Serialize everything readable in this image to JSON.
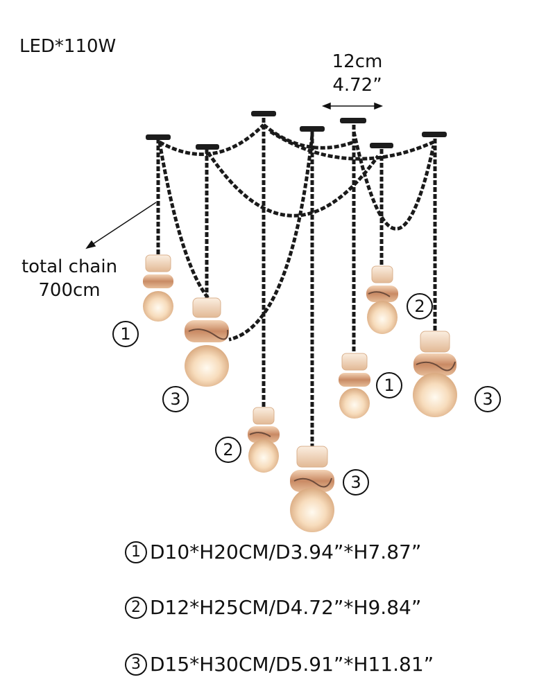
{
  "power_label": "LED*110W",
  "canopy_spacing": {
    "cm": "12cm",
    "inch": "4.72”"
  },
  "chain_label": {
    "line1": "total chain",
    "line2": "700cm"
  },
  "markers": [
    "①",
    "③",
    "②",
    "③",
    "②",
    "①",
    "③"
  ],
  "specs": [
    {
      "num": "1",
      "text": "D10*H20CM/D3.94”*H7.87”"
    },
    {
      "num": "2",
      "text": "D12*H25CM/D4.72”*H9.84”"
    },
    {
      "num": "3",
      "text": "D15*H30CM/D5.91”*H11.81”"
    }
  ],
  "colors": {
    "chain": "#1a1a1a",
    "alabaster_light": "#fbe8d2",
    "alabaster_dark": "#c89270",
    "vein": "#6b4a3a"
  }
}
